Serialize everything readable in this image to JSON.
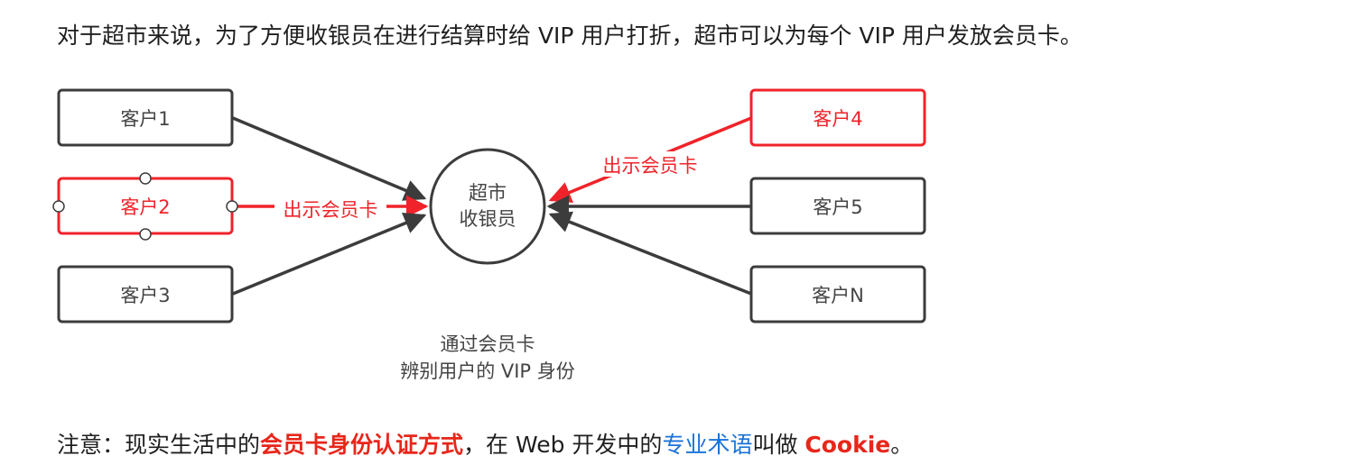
{
  "intro": {
    "text": "对于超市来说，为了方便收银员在进行结算时给 VIP 用户打折，超市可以为每个 VIP 用户发放会员卡。"
  },
  "diagram": {
    "center": {
      "line1": "超市",
      "line2": "收银员"
    },
    "customers_left": [
      {
        "label": "客户1",
        "highlighted": false
      },
      {
        "label": "客户2",
        "highlighted": true
      },
      {
        "label": "客户3",
        "highlighted": false
      }
    ],
    "customers_right": [
      {
        "label": "客户4",
        "highlighted": true
      },
      {
        "label": "客户5",
        "highlighted": false
      },
      {
        "label": "客户N",
        "highlighted": false
      }
    ],
    "show_card_label_left": "出示会员卡",
    "show_card_label_right": "出示会员卡",
    "caption": {
      "line1": "通过会员卡",
      "line2": "辨别用户的 VIP 身份"
    },
    "colors": {
      "normal": "#3c3c3c",
      "highlight": "#f0232a",
      "text": "#444444"
    }
  },
  "note": {
    "prefix": "注意：现实生活中的",
    "em_red": "会员卡身份认证方式",
    "middle": "，在 Web 开发中的",
    "em_blue": "专业术语",
    "after_blue": "叫做 ",
    "em_cookie": "Cookie",
    "suffix": "。"
  }
}
